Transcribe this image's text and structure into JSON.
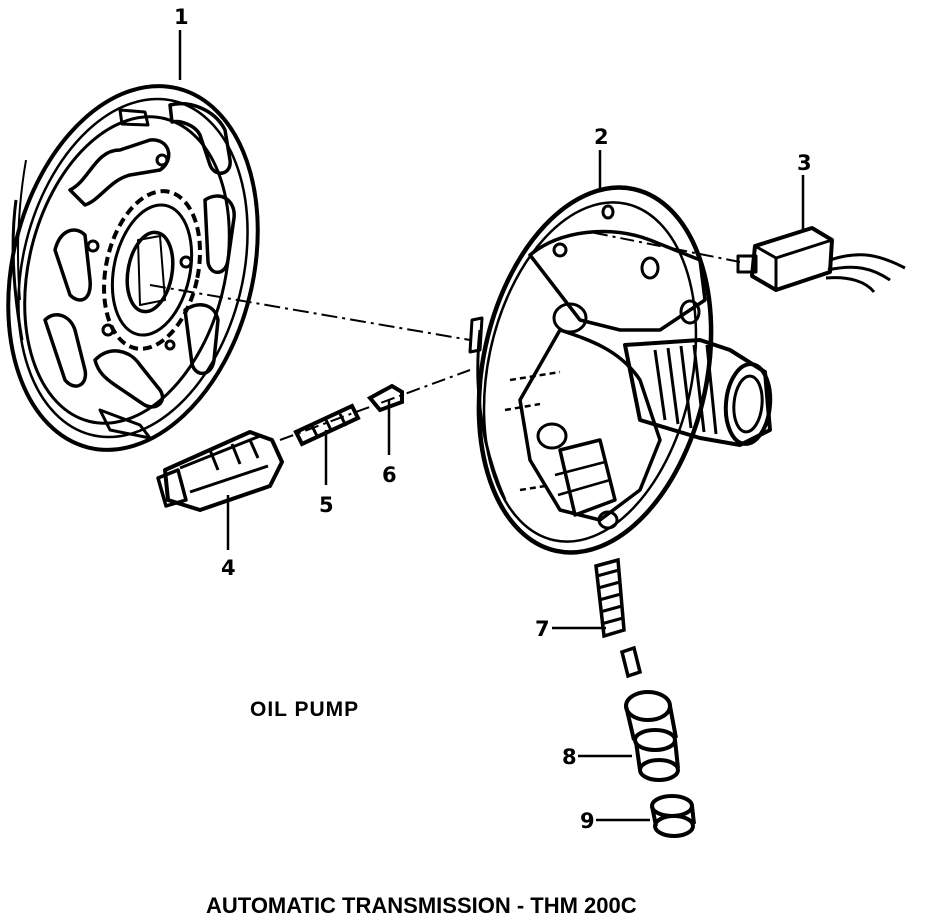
{
  "diagram": {
    "section_label": "OIL PUMP",
    "footer_title": "AUTOMATIC TRANSMISSION - THM 200C",
    "callouts": [
      {
        "id": "1",
        "text": "1"
      },
      {
        "id": "2",
        "text": "2"
      },
      {
        "id": "3",
        "text": "3"
      },
      {
        "id": "4",
        "text": "4"
      },
      {
        "id": "5",
        "text": "5"
      },
      {
        "id": "6",
        "text": "6"
      },
      {
        "id": "7",
        "text": "7"
      },
      {
        "id": "8",
        "text": "8"
      },
      {
        "id": "9",
        "text": "9"
      }
    ]
  },
  "colors": {
    "ink": "#000000",
    "paper": "#ffffff"
  }
}
